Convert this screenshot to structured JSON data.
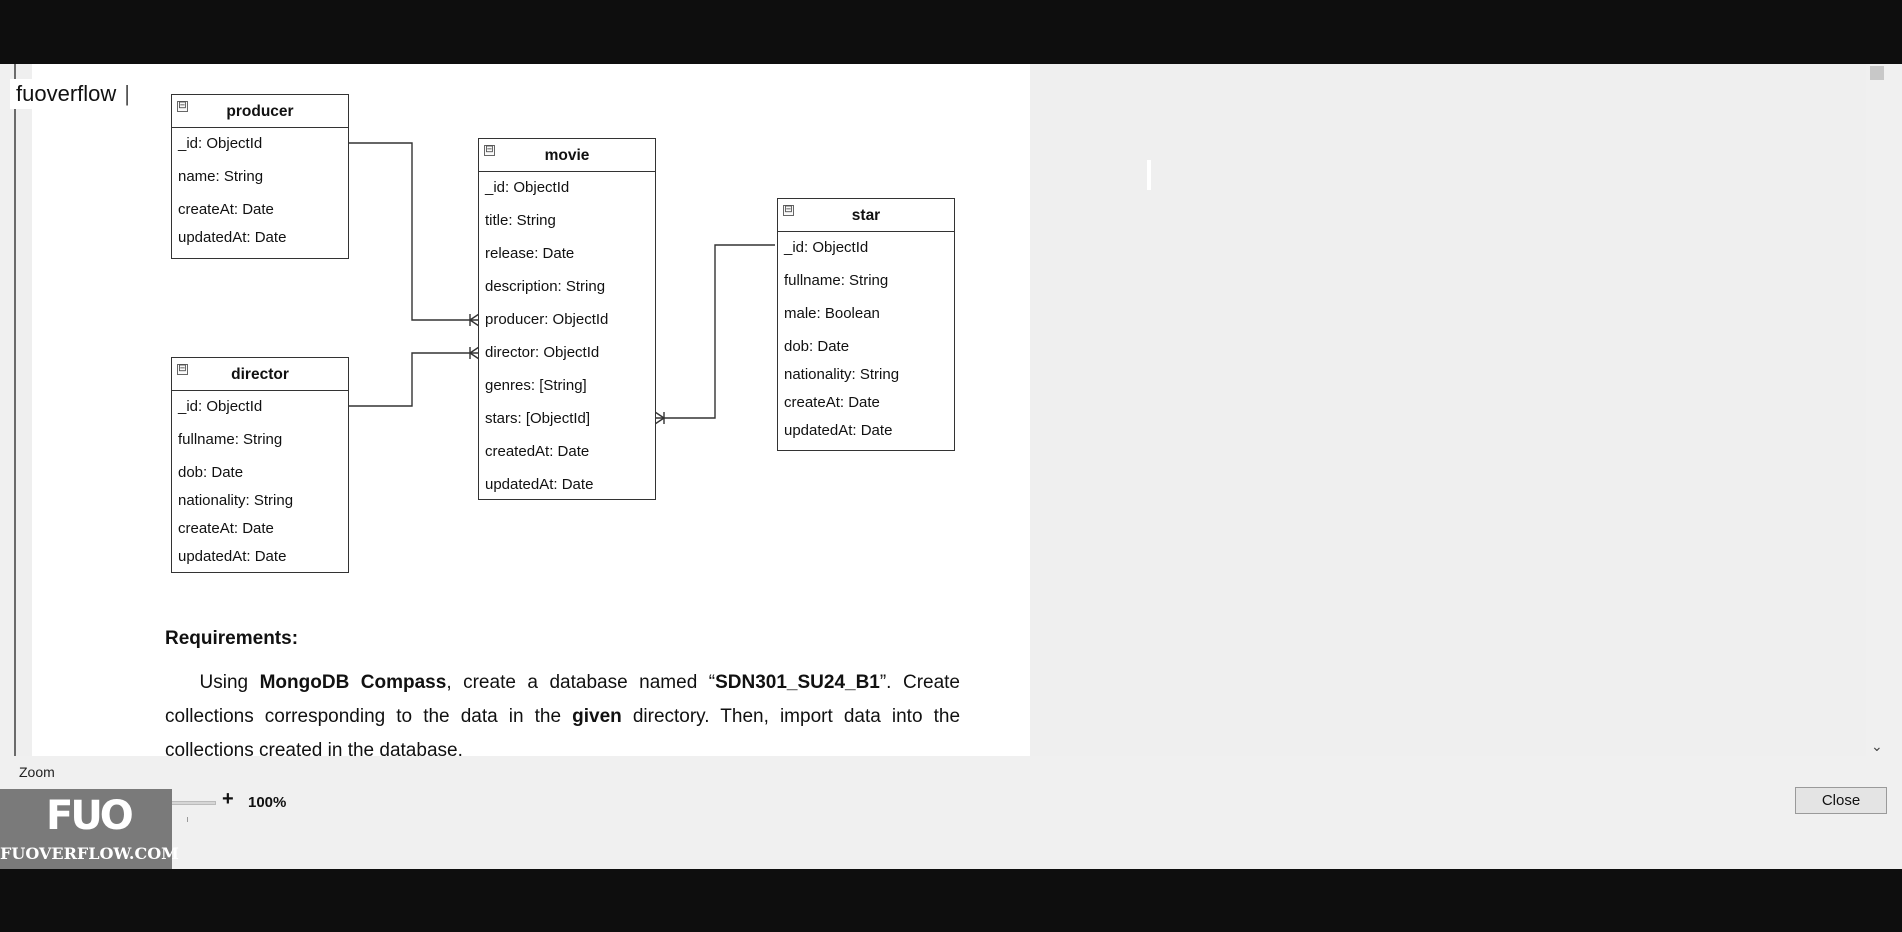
{
  "watermark": {
    "text": "fuoverflow",
    "cursor": "|"
  },
  "diagram": {
    "producer": {
      "title": "producer",
      "fields": [
        "_id: ObjectId",
        "name: String",
        "createAt: Date",
        "updatedAt: Date"
      ]
    },
    "movie": {
      "title": "movie",
      "fields": [
        "_id: ObjectId",
        "title: String",
        "release: Date",
        "description: String",
        "producer: ObjectId",
        "director: ObjectId",
        "genres: [String]",
        "stars: [ObjectId]",
        "createdAt: Date",
        "updatedAt: Date"
      ]
    },
    "star": {
      "title": "star",
      "fields": [
        "_id: ObjectId",
        "fullname: String",
        "male: Boolean",
        "dob: Date",
        "nationality: String",
        "createAt: Date",
        "updatedAt: Date"
      ]
    },
    "director": {
      "title": "director",
      "fields": [
        "_id: ObjectId",
        "fullname: String",
        "dob: Date",
        "nationality: String",
        "createAt: Date",
        "updatedAt: Date"
      ]
    },
    "collapse_glyph": "⊟"
  },
  "requirements": {
    "title": "Requirements:",
    "p1": "Using ",
    "b1": "MongoDB Compass",
    "p2": ", create a database named “",
    "b2": "SDN301_SU24_B1",
    "p3": "”. Create collections corresponding to the data in the ",
    "b3": "given",
    "p4": " directory. Then, import data into the collections created in the database."
  },
  "zoom": {
    "label": "Zoom",
    "minus": "-",
    "plus": "+",
    "value": "100%",
    "level_percent": 100
  },
  "close_label": "Close",
  "scroll_down_glyph": "⌄",
  "brand": {
    "logo": "FUO",
    "name": "FUOVERFLOW.COM"
  }
}
